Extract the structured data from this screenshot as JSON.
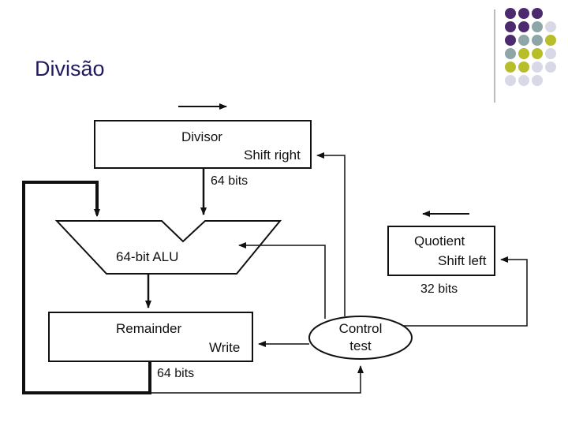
{
  "slide": {
    "title": "Divisão"
  },
  "colors": {
    "purple": "#4b2a6e",
    "teal": "#8ea6a8",
    "olive": "#b8bd2a",
    "lavender": "#d8d8e6",
    "title": "#1f1a5e"
  },
  "diagram": {
    "divisor": {
      "name": "Divisor",
      "op": "Shift right",
      "width_label": "64 bits"
    },
    "alu": {
      "label": "64-bit ALU"
    },
    "remainder": {
      "name": "Remainder",
      "op": "Write",
      "width_label": "64 bits"
    },
    "quotient": {
      "name": "Quotient",
      "op": "Shift left",
      "width_label": "32 bits"
    },
    "control": {
      "line1": "Control",
      "line2": "test"
    }
  }
}
